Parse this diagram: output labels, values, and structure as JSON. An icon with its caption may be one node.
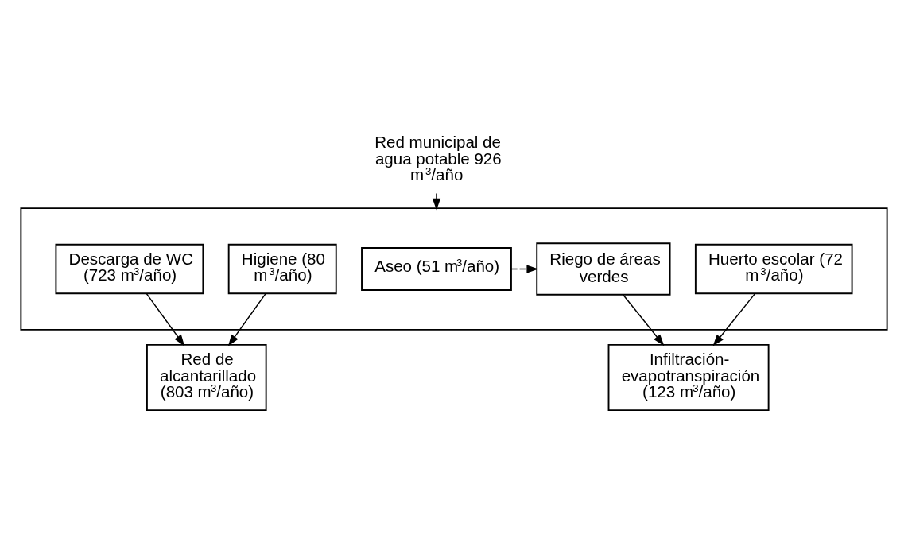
{
  "diagram": {
    "nodes": [
      {
        "text": [
          "Red municipal de agua potable 926 m$^{3}$/año"
        ]
      },
      {
        "text": [],
        "shape": "box"
      },
      {
        "text": [
          "Descarga de WC (723 m$^{3}$/año)"
        ],
        "in": 1
      },
      {
        "text": [
          "Higiene (80 m$^{3}$/año)"
        ],
        "in": 1
      },
      {
        "text": [
          "Aseo (51 m$^{3}$/año)"
        ],
        "in": 1
      },
      {
        "text": [
          "Riego de áreas verdes"
        ],
        "in": 1
      },
      {
        "text": [
          "Huerto escolar (72 m$^{3}$/año)"
        ],
        "in": 1
      },
      {
        "text": [
          "Red de alcantarillado (803 m$^{3}$/año)"
        ]
      },
      {
        "text": [
          "Infiltración- evapotranspiración (123 m$^{3}$/año)"
        ]
      }
    ],
    "edges": [
      {
        "from": 0,
        "to": 1,
        "arrow": "to"
      },
      {
        "from": 2,
        "to": 7,
        "arrow": "to"
      },
      {
        "from": 3,
        "to": 7,
        "arrow": "to"
      },
      {
        "from": 4,
        "to": 5,
        "arrow": "to",
        "style": "dashed"
      },
      {
        "from": 5,
        "to": 8,
        "arrow": "to"
      },
      {
        "from": 6,
        "to": 8,
        "arrow": "to"
      }
    ]
  }
}
